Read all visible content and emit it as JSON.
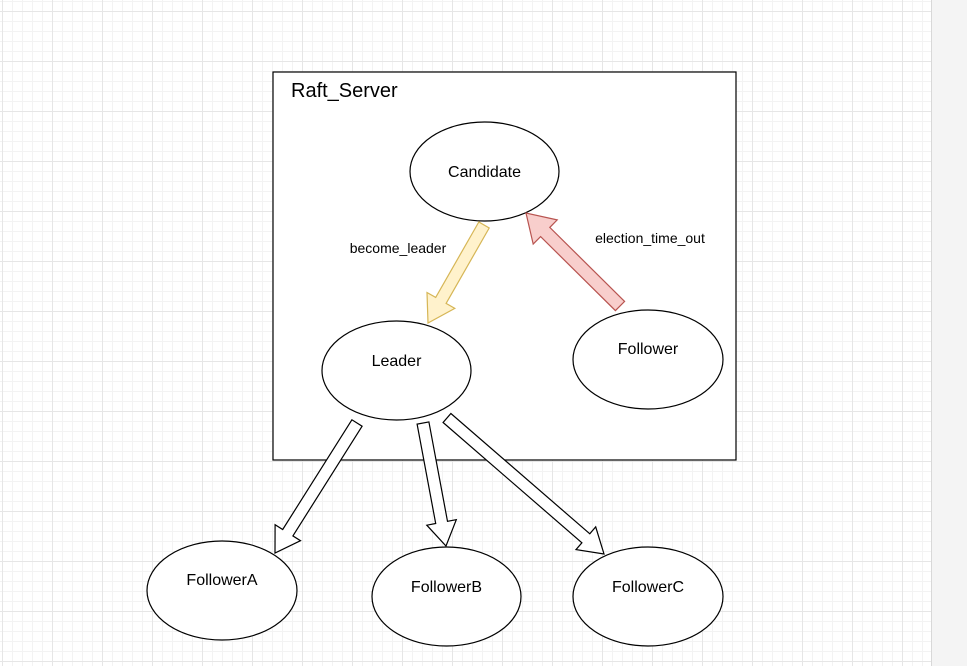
{
  "container": {
    "title": "Raft_Server"
  },
  "nodes": {
    "candidate": "Candidate",
    "leader": "Leader",
    "follower": "Follower",
    "follower_a": "FollowerA",
    "follower_b": "FollowerB",
    "follower_c": "FollowerC"
  },
  "edges": {
    "become_leader": "become_leader",
    "election_time_out": "election_time_out"
  },
  "colors": {
    "become_leader_fill": "#fff2cc",
    "become_leader_stroke": "#d6b656",
    "election_fill": "#f8cecc",
    "election_stroke": "#b85450"
  }
}
